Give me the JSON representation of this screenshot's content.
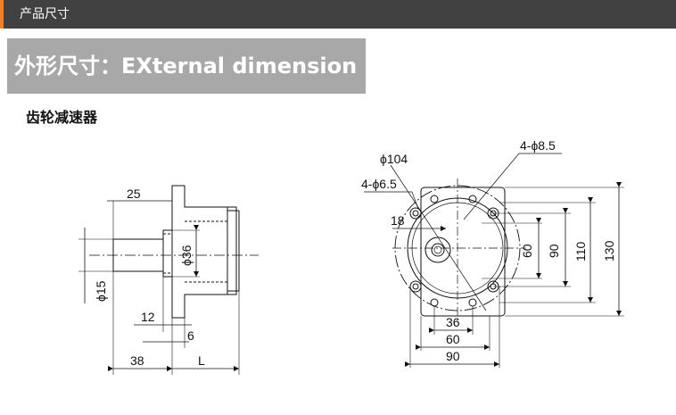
{
  "top_bar": {
    "title": "产品尺寸"
  },
  "header": {
    "title": "外形尺寸：EXternal dimension"
  },
  "section": {
    "title": "齿轮减速器"
  },
  "side_view": {
    "dims": {
      "d25": "25",
      "phi36": "ϕ36",
      "phi15": "ϕ15",
      "d12": "12",
      "d6": "6",
      "d38": "38",
      "L": "L"
    }
  },
  "front_view": {
    "dims": {
      "phi104": "ϕ104",
      "holes_85": "4-ϕ8.5",
      "holes_65": "4-ϕ6.5",
      "d18": "18",
      "v60": "60",
      "v90": "90",
      "v110": "110",
      "v130": "130",
      "h36": "36",
      "h60": "60",
      "h90": "90"
    }
  },
  "colors": {
    "accent": "#f47d20",
    "bar": "#414141",
    "header_bg": "#a8a8a8"
  }
}
